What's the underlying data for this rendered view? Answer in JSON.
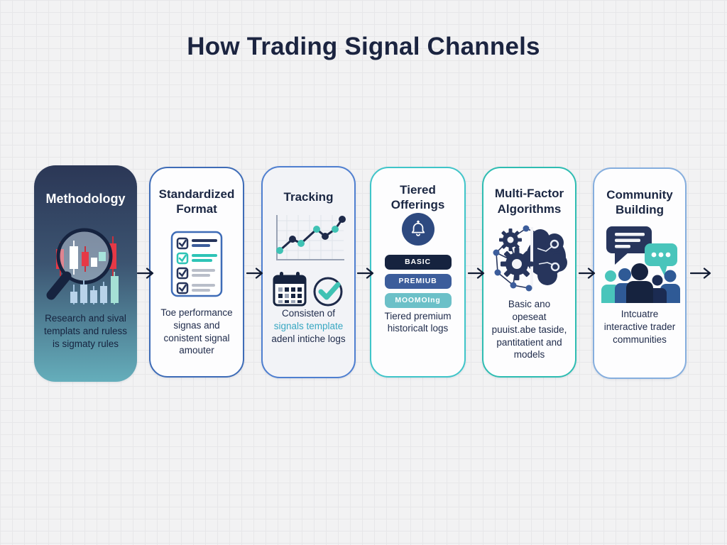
{
  "title": "How Trading Signal Channels",
  "cards": [
    {
      "title": "Methodology",
      "icon": "magnifier-candlestick-icon",
      "description": "Research and sival templats and ruless is sigmaty rules"
    },
    {
      "title": "Standardized Format",
      "icon": "checklist-icon",
      "description": "Toe performance signas and conistent signal amouter"
    },
    {
      "title": "Tracking",
      "icon": "line-chart-calendar-check-icon",
      "desc_dark1": "Consisten of ",
      "desc_teal": "signals template",
      "desc_dark2": " adenl intiche logs"
    },
    {
      "title": "Tiered Offerings",
      "icon": "bell-icon",
      "tiers": [
        "BASIC",
        "PREMIUB",
        "MOOMOIng"
      ],
      "description": "Tiered premium historicalt logs"
    },
    {
      "title": "Multi-Factor Algorithms",
      "icon": "brain-gears-icon",
      "description": "Basic ano opeseat puuist.abe taside, pantitatient and models"
    },
    {
      "title": "Community Building",
      "icon": "chat-people-icon",
      "description": "Intcuatre interactive trader communities"
    }
  ],
  "colors": {
    "background": "#f2f2f3",
    "grid_line": "#e7e7e9",
    "title_navy": "#1b2440",
    "text_navy": "#1e2a4a",
    "teal_accent": "#3fc2b4",
    "teal_text": "#38a7c2",
    "red_candle": "#e63946",
    "light_blue": "#b9d3ea",
    "card1_gradient_top": "#2b3756",
    "card1_gradient_bottom": "#65aebb",
    "border_blue": "#3e6cb7",
    "border_teal": "#3fc5c9",
    "border_light_blue": "#85aede",
    "pill_basic": "#16233f",
    "pill_premium": "#3c5d9b",
    "pill_moom": "#6cc0c8",
    "bell_circle": "#2e4a80",
    "arrow_color": "#111b33"
  }
}
